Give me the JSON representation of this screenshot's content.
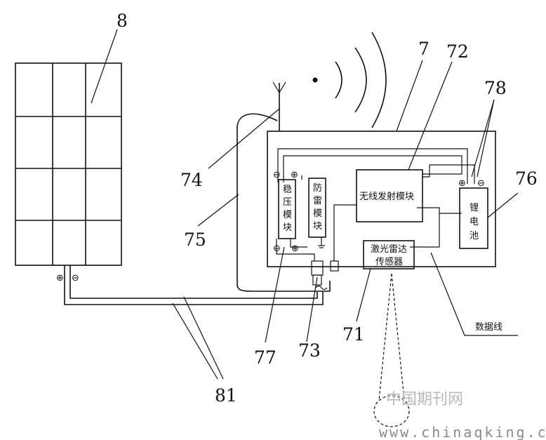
{
  "labels": {
    "solar_panel": "8",
    "enclosure": "7",
    "wireless_module_ref": "72",
    "terminals_ref": "78",
    "antenna_ref": "74",
    "battery_ref": "76",
    "cable_ref": "75",
    "stabilizer_ref": "77",
    "surge_ref": "73",
    "lidar_ref": "71",
    "wires_ref": "81"
  },
  "modules": {
    "stabilizer": [
      "稳",
      "压",
      "模",
      "块"
    ],
    "surge_protector": [
      "防",
      "雷",
      "模",
      "块"
    ],
    "wireless": "无线发射模块",
    "lidar_line1": "激光雷达",
    "lidar_line2": "传感器",
    "battery": [
      "锂",
      "电",
      "池"
    ]
  },
  "data_line": "数据线",
  "polarity": {
    "plus": "⊕",
    "minus": "⊖"
  },
  "watermark": {
    "cn": "中国期刊网",
    "url": "www.chinaqking.com"
  }
}
